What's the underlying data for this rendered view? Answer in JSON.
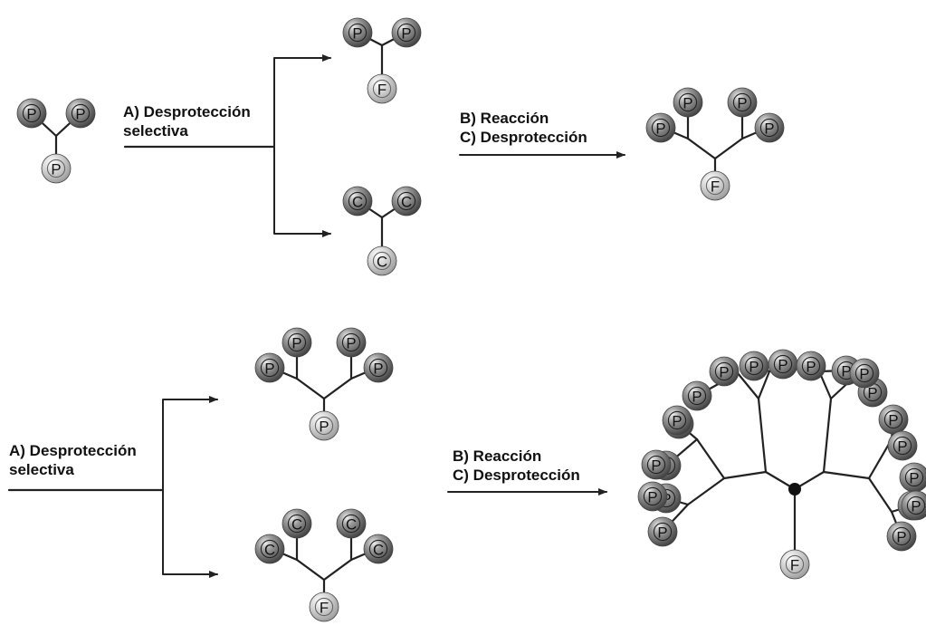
{
  "colors": {
    "dark_ball": "#6b6b6b",
    "light_ball": "#c9c9c9",
    "line": "#222222",
    "core": "#111111"
  },
  "icons": {
    "dark_ball": "dark-sphere-icon",
    "light_ball": "light-sphere-icon",
    "arrow": "arrow-right-icon",
    "core": "core-dot-icon"
  },
  "letters": {
    "protected": "P",
    "focal": "F",
    "coupling": "C"
  },
  "top_section": {
    "step_a": {
      "line1": "A) Desprotección",
      "line2": "selectiva"
    },
    "step_bc": {
      "line1": "B) Reacción",
      "line2": "C) Desprotección"
    }
  },
  "bottom_section": {
    "step_a": {
      "line1": "A) Desprotección",
      "line2": "selectiva"
    },
    "step_bc": {
      "line1": "B) Reacción",
      "line2": "C) Desprotección"
    }
  }
}
